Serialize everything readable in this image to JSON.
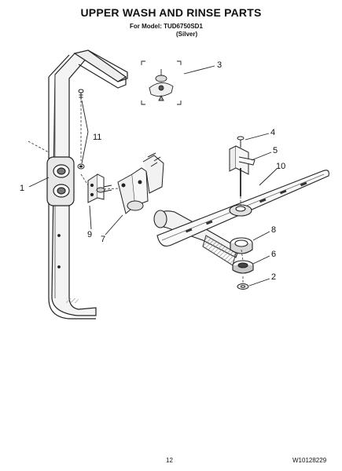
{
  "header": {
    "title": "UPPER WASH AND RINSE PARTS",
    "model_line": "For Model: TUD6750SD1",
    "color_line": "(Silver)"
  },
  "callouts": {
    "c1": "1",
    "c2": "2",
    "c3": "3",
    "c4": "4",
    "c5": "5",
    "c6": "6",
    "c7": "7",
    "c8": "8",
    "c9": "9",
    "c10": "10",
    "c11": "11"
  },
  "footer": {
    "page_number": "12",
    "doc_code": "W10128229"
  },
  "colors": {
    "line": "#222222",
    "fill": "#ffffff",
    "shade": "#9a9a9a"
  }
}
